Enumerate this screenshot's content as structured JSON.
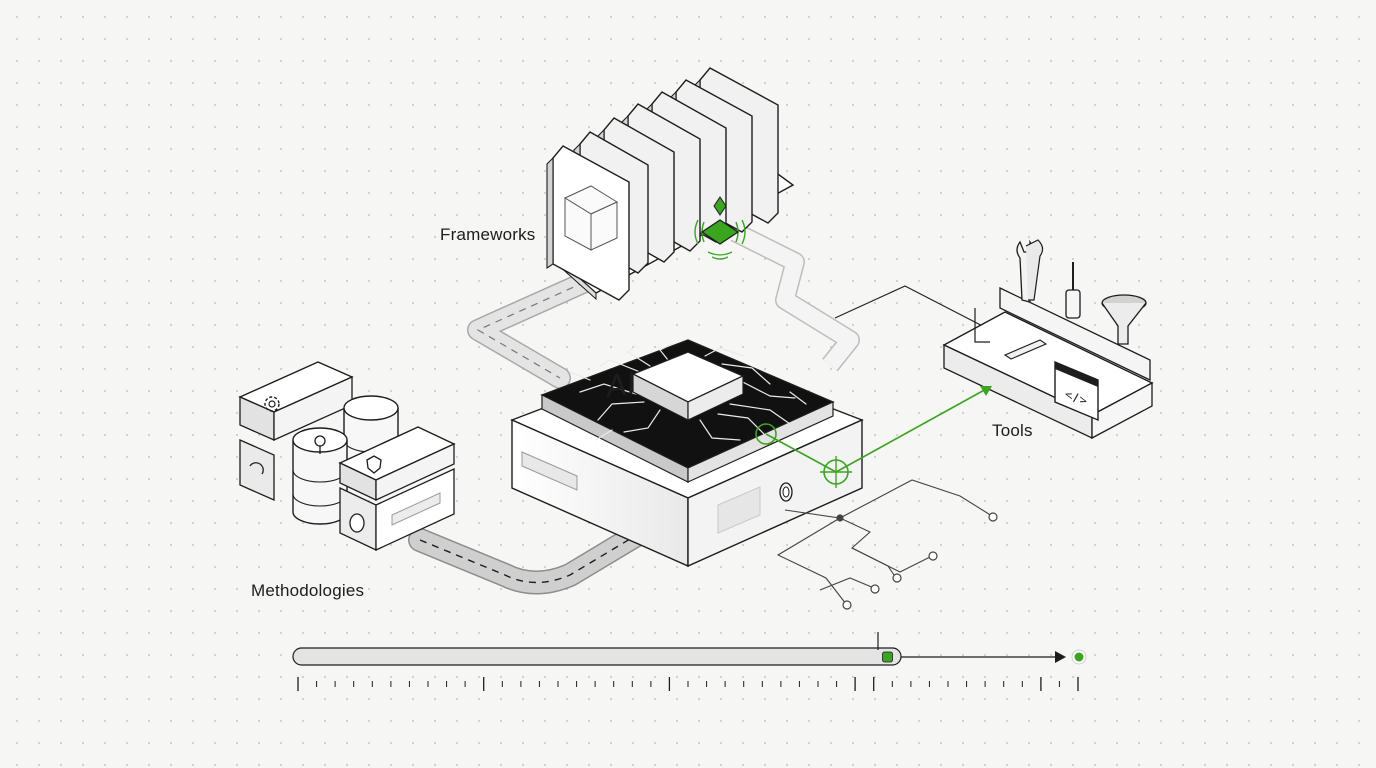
{
  "labels": {
    "frameworks": "Frameworks",
    "tools": "Tools",
    "methodologies": "Methodologies",
    "chip": "AI"
  },
  "icons": {
    "frameworks": "server-rack-icon",
    "tools": "toolbox-icon",
    "methodologies": "stacked-modules-icon",
    "chip": "ai-chip-icon",
    "code": "code-window-icon"
  },
  "timeline": {
    "progress": 0.77
  },
  "colors": {
    "accent": "#3aa61e",
    "ink": "#1d1d1d",
    "chip": "#111111",
    "surface": "#ffffff"
  }
}
